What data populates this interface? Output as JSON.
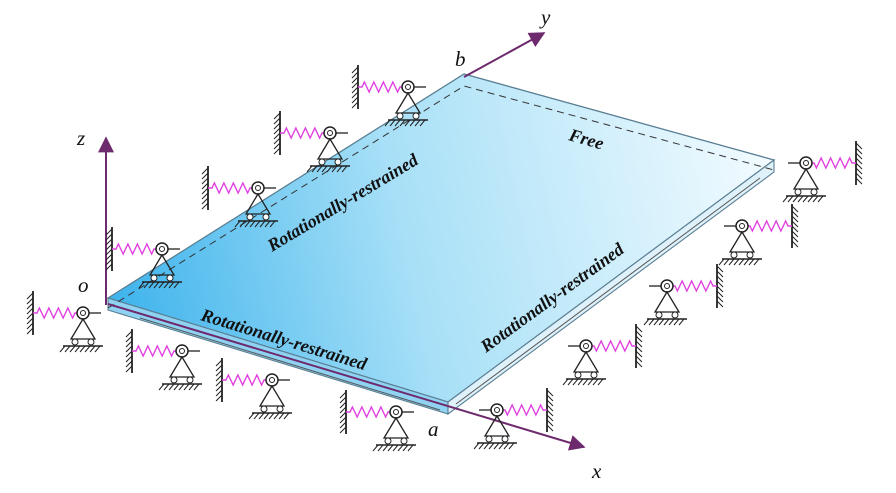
{
  "axes": {
    "x": "x",
    "y": "y",
    "z": "z",
    "origin": "o"
  },
  "corners": {
    "a": "a",
    "b": "b"
  },
  "edges": {
    "left": "Rotationally-restrained",
    "front": "Rotationally-restrained",
    "right": "Rotationally-restrained",
    "back": "Free"
  },
  "colors": {
    "axis": "#6d2a6d",
    "spring": "#e040e0",
    "plate_dark": "#3db3ec",
    "plate_light": "#f2fbff",
    "support": "#222222"
  }
}
